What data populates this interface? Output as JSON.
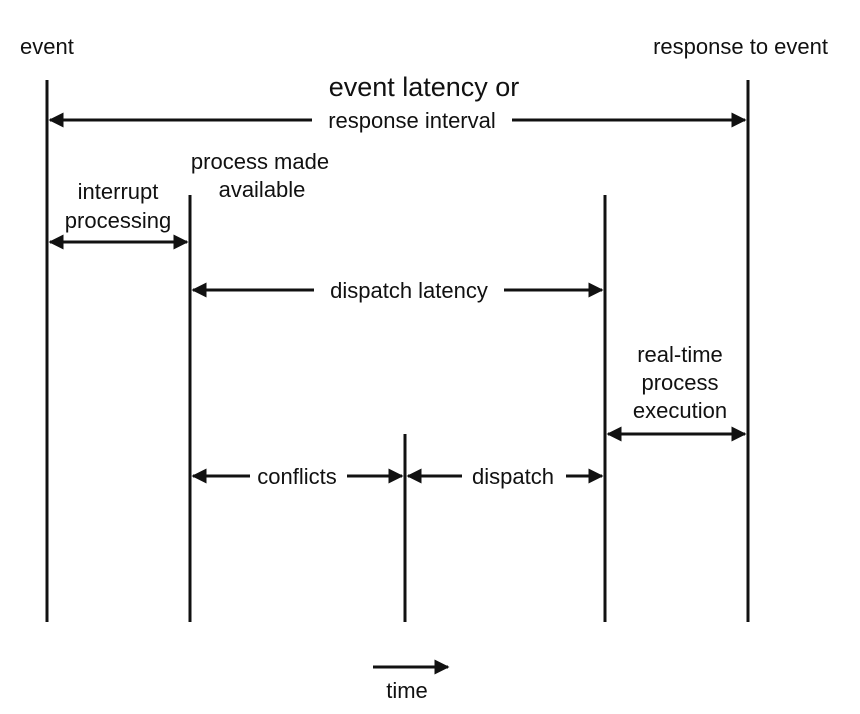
{
  "labels": {
    "event": "event",
    "response": "response to event",
    "title_line1": "event latency or",
    "title_line2": "response interval",
    "process_made_1": "process made",
    "process_made_2": "available",
    "interrupt_1": "interrupt",
    "interrupt_2": "processing",
    "dispatch_latency": "dispatch latency",
    "realtime_1": "real-time",
    "realtime_2": "process",
    "realtime_3": "execution",
    "conflicts": "conflicts",
    "dispatch": "dispatch",
    "time": "time"
  }
}
